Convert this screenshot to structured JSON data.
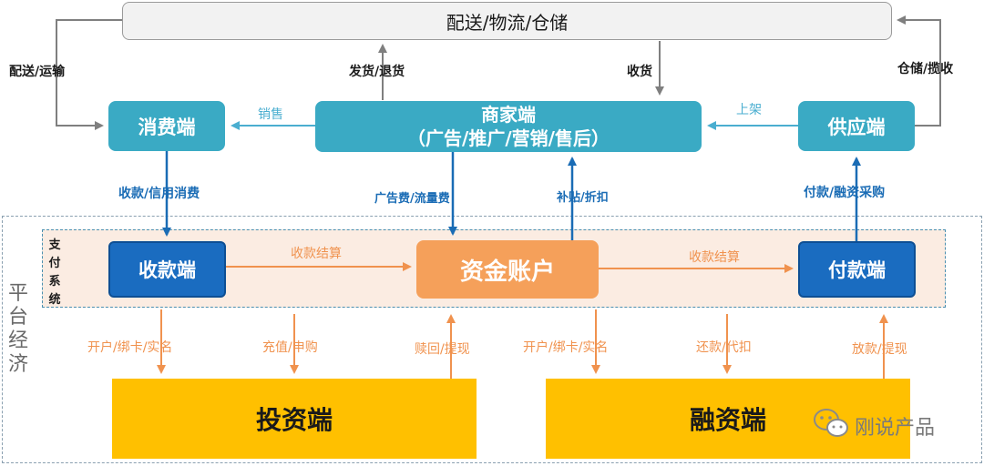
{
  "nodes": {
    "logistics": "配送/物流/仓储",
    "consumer": "消费端",
    "merchant_line1": "商家端",
    "merchant_line2": "（广告/推广/营销/售后）",
    "supplier": "供应端",
    "collect": "收款端",
    "fund_account": "资金账户",
    "payout": "付款端",
    "invest": "投资端",
    "finance": "融资端"
  },
  "groups": {
    "platform_economy": "平台经济",
    "payment_system": "支付系统"
  },
  "edges": {
    "delivery_transport": "配送/运输",
    "ship_return": "发货/退货",
    "receive_goods": "收货",
    "storage_collect": "仓储/揽收",
    "sales": "销售",
    "shelve": "上架",
    "collect_credit": "收款/信用消费",
    "ad_traffic_fee": "广告费/流量费",
    "subsidy_discount": "补贴/折扣",
    "pay_supply_finance": "付款/融资采购",
    "settlement_left": "收款结算",
    "settlement_right": "收款结算",
    "open_bind_left": "开户/绑卡/实名",
    "recharge_purchase": "充值/申购",
    "redeem_withdraw": "赎回/提现",
    "open_bind_right": "开户/绑卡/实名",
    "repay_deduct": "还款/代扣",
    "loan_withdraw": "放款/提现"
  },
  "watermark": "刚说产品",
  "colors": {
    "teal": "#3aaac4",
    "blue": "#1a6cc0",
    "orange": "#f5a05a",
    "yellow": "#ffc000"
  }
}
